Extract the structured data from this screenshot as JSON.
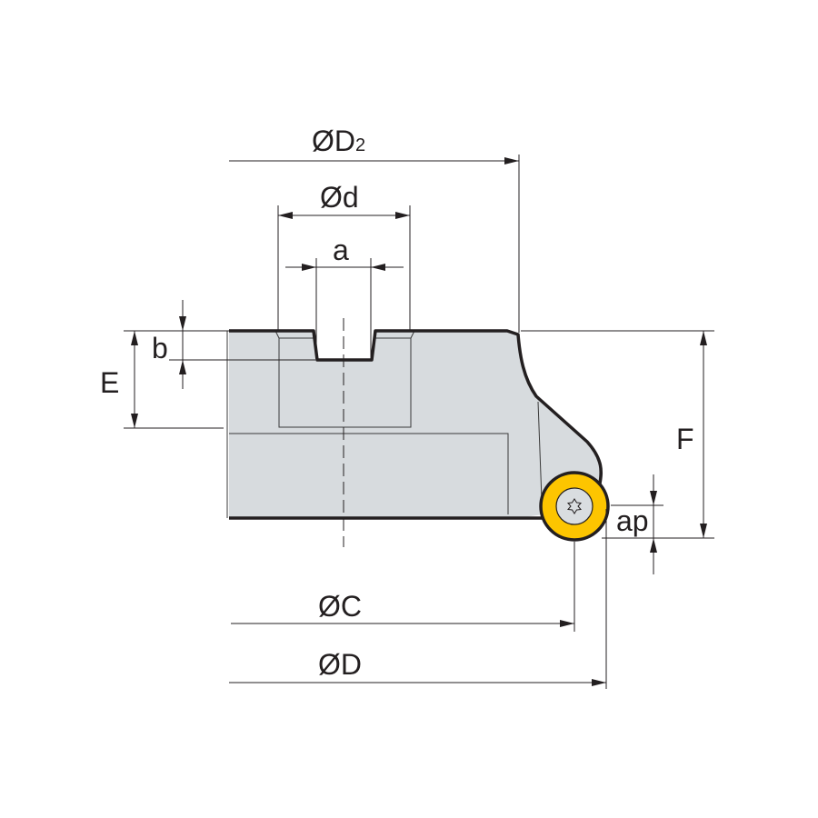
{
  "diagram": {
    "labels": {
      "D2_main": "ØD",
      "D2_sub": "2",
      "d": "Ød",
      "a": "a",
      "b": "b",
      "E": "E",
      "F": "F",
      "ap": "ap",
      "C": "ØC",
      "D": "ØD"
    },
    "colors": {
      "body_fill": "#d7dbde",
      "insert_fill": "#fdc500",
      "screw_fill": "#d9dde0",
      "line": "#231f20"
    }
  }
}
